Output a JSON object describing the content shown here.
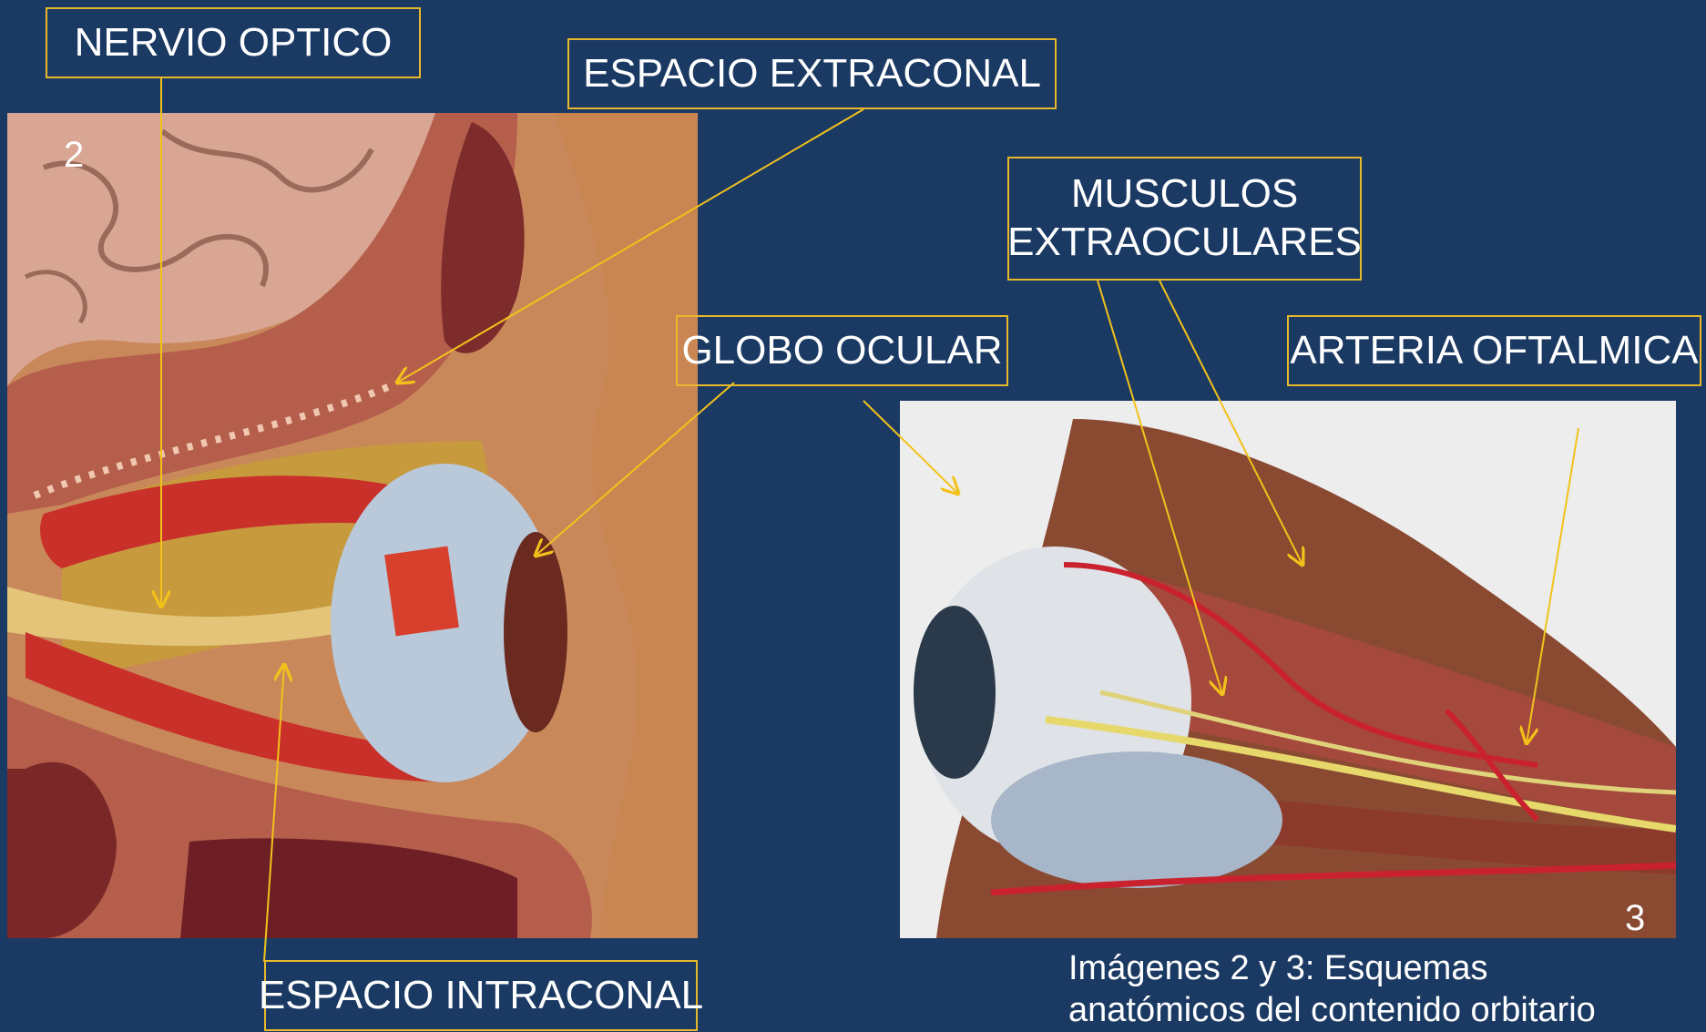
{
  "labels": {
    "nervio_optico": "NERVIO OPTICO",
    "espacio_extraconal": "ESPACIO EXTRACONAL",
    "musculos_line1": "MUSCULOS",
    "musculos_line2": "EXTRAOCULARES",
    "globo_ocular": "GLOBO OCULAR",
    "arteria_oftalmica": "ARTERIA OFTALMICA",
    "espacio_intraconal": "ESPACIO INTRACONAL"
  },
  "figure_numbers": {
    "left": "2",
    "right": "3"
  },
  "caption": {
    "line1": "Imágenes 2 y 3:  Esquemas",
    "line2": "anatómicos  del contenido orbitario"
  },
  "colors": {
    "background": "#1b3a63",
    "label_border": "#e8b82a",
    "leader_line": "#f2c21b",
    "text": "#ffffff"
  }
}
